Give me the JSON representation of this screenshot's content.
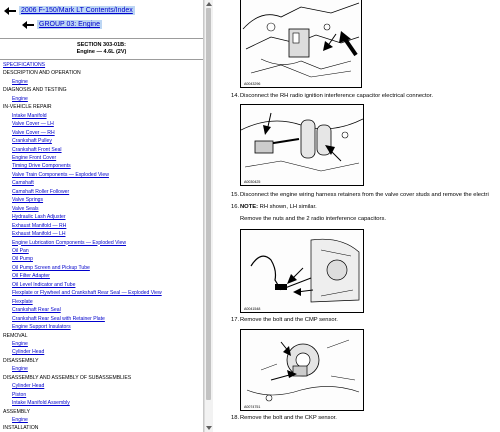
{
  "nav": {
    "links": [
      {
        "label": "2006 F-150/Mark LT Contents/Index"
      },
      {
        "label": "GROUP 03: Engine"
      }
    ],
    "section_title_line1": "SECTION 303-01B:",
    "section_title_line2": "Engine — 4.6L (2V)",
    "toc": [
      {
        "text": "SPECIFICATIONS",
        "type": "link",
        "top": true
      },
      {
        "text": "DESCRIPTION AND OPERATION",
        "type": "hdr"
      },
      {
        "text": "Engine",
        "type": "link"
      },
      {
        "text": "DIAGNOSIS AND TESTING",
        "type": "hdr"
      },
      {
        "text": "Engine",
        "type": "link"
      },
      {
        "text": "IN-VEHICLE REPAIR",
        "type": "hdr"
      },
      {
        "text": "Intake Manifold",
        "type": "link"
      },
      {
        "text": "Valve Cover — LH",
        "type": "link"
      },
      {
        "text": "Valve Cover — RH",
        "type": "link"
      },
      {
        "text": "Crankshaft Pulley",
        "type": "link"
      },
      {
        "text": "Crankshaft Front Seal",
        "type": "link"
      },
      {
        "text": "Engine Front Cover",
        "type": "link"
      },
      {
        "text": "Timing Drive Components",
        "type": "link"
      },
      {
        "text": "Valve Train Components — Exploded View",
        "type": "link"
      },
      {
        "text": "Camshaft",
        "type": "link"
      },
      {
        "text": "Camshaft Roller Follower",
        "type": "link"
      },
      {
        "text": "Valve Springs",
        "type": "link"
      },
      {
        "text": "Valve Seals",
        "type": "link"
      },
      {
        "text": "Hydraulic Lash Adjuster",
        "type": "link"
      },
      {
        "text": "Exhaust Manifold — RH",
        "type": "link"
      },
      {
        "text": "Exhaust Manifold — LH",
        "type": "link"
      },
      {
        "text": "Engine Lubrication Components — Exploded View",
        "type": "link"
      },
      {
        "text": "Oil Pan",
        "type": "link"
      },
      {
        "text": "Oil Pump",
        "type": "link"
      },
      {
        "text": "Oil Pump Screen and Pickup Tube",
        "type": "link"
      },
      {
        "text": "Oil Filter Adapter",
        "type": "link"
      },
      {
        "text": "Oil Level Indicator and Tube",
        "type": "link"
      },
      {
        "text": "Flexplate or Flywheel and Crankshaft Rear Seal — Exploded View",
        "type": "link"
      },
      {
        "text": "Flexplate",
        "type": "link"
      },
      {
        "text": "Crankshaft Rear Seal",
        "type": "link"
      },
      {
        "text": "Crankshaft Rear Seal with Retainer Plate",
        "type": "link"
      },
      {
        "text": "Engine Support Insulators",
        "type": "link"
      },
      {
        "text": "REMOVAL",
        "type": "hdr"
      },
      {
        "text": "Engine",
        "type": "link"
      },
      {
        "text": "Cylinder Head",
        "type": "link"
      },
      {
        "text": "DISASSEMBLY",
        "type": "hdr"
      },
      {
        "text": "Engine",
        "type": "link"
      },
      {
        "text": "DISASSEMBLY AND ASSEMBLY OF SUBASSEMBLIES",
        "type": "hdr"
      },
      {
        "text": "Cylinder Head",
        "type": "link"
      },
      {
        "text": "Piston",
        "type": "link"
      },
      {
        "text": "Intake Manifold Assembly",
        "type": "link"
      },
      {
        "text": "ASSEMBLY",
        "type": "hdr"
      },
      {
        "text": "Engine",
        "type": "link"
      },
      {
        "text": "INSTALLATION",
        "type": "hdr"
      }
    ]
  },
  "content": {
    "figures": [
      {
        "code": "A0043296"
      },
      {
        "code": "A0030425"
      },
      {
        "code": "A0041548"
      },
      {
        "code": "A0074751"
      }
    ],
    "steps": [
      {
        "num": "14.",
        "text": "Disconnect the RH radio ignition interference capacitor electrical connector."
      },
      {
        "num": "15.",
        "text": "Disconnect the engine wiring harness retainers from the valve cover studs and remove the electri"
      },
      {
        "num": "16.",
        "note_label": "NOTE:",
        "text": " RH shown, LH similar."
      },
      {
        "num": "",
        "text": "Remove the nuts and the 2 radio interference capacitors."
      },
      {
        "num": "17.",
        "text": "Remove the bolt and the CMP sensor."
      },
      {
        "num": "18.",
        "text": "Remove the bolt and the CKP sensor."
      }
    ]
  }
}
